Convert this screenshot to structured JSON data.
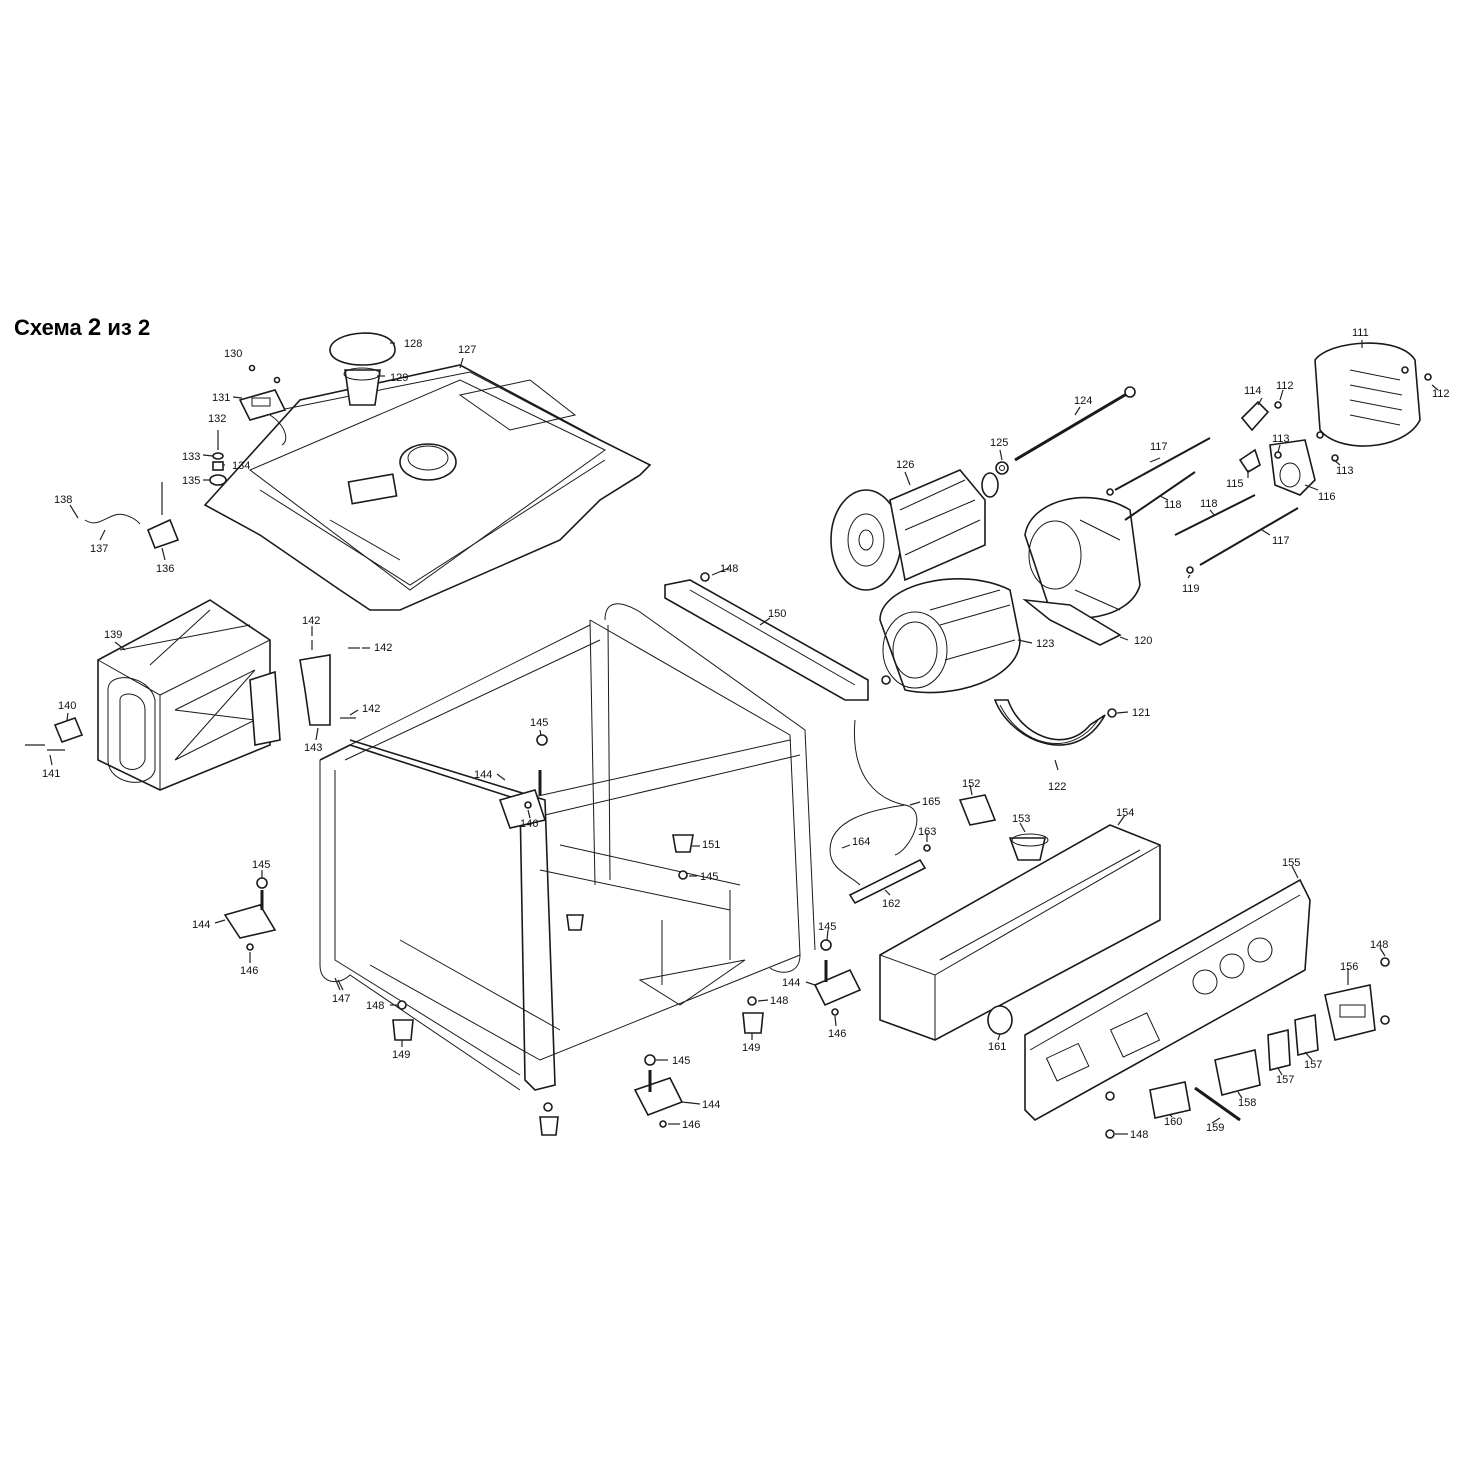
{
  "title": {
    "word": "Схема",
    "num": "2",
    "sep": "из",
    "total": "2"
  },
  "callouts": {
    "p111": "111",
    "p112a": "112",
    "p112b": "112",
    "p113a": "113",
    "p113b": "113",
    "p114": "114",
    "p115": "115",
    "p116": "116",
    "p117a": "117",
    "p117b": "117",
    "p118a": "118",
    "p118b": "118",
    "p119": "119",
    "p120": "120",
    "p121": "121",
    "p122": "122",
    "p123": "123",
    "p124": "124",
    "p125": "125",
    "p126": "126",
    "p127": "127",
    "p128": "128",
    "p129": "129",
    "p130": "130",
    "p131": "131",
    "p132": "132",
    "p133": "133",
    "p134": "134",
    "p135": "135",
    "p136": "136",
    "p137": "137",
    "p138": "138",
    "p139": "139",
    "p140": "140",
    "p141": "141",
    "p142a": "142",
    "p142b": "142",
    "p142c": "142",
    "p143": "143",
    "p144a": "144",
    "p144b": "144",
    "p144c": "144",
    "p144d": "144",
    "p145a": "145",
    "p145b": "145",
    "p145c": "145",
    "p145d": "145",
    "p145e": "145",
    "p146a": "146",
    "p146b": "146",
    "p146c": "146",
    "p146d": "146",
    "p147": "147",
    "p148a": "148",
    "p148b": "148",
    "p148c": "148",
    "p148d": "148",
    "p148e": "148",
    "p149a": "149",
    "p149b": "149",
    "p150": "150",
    "p151": "151",
    "p152": "152",
    "p153": "153",
    "p154": "154",
    "p155": "155",
    "p156": "156",
    "p157a": "157",
    "p157b": "157",
    "p158": "158",
    "p159": "159",
    "p160": "160",
    "p161": "161",
    "p162": "162",
    "p163": "163",
    "p164": "164",
    "p165": "165"
  }
}
